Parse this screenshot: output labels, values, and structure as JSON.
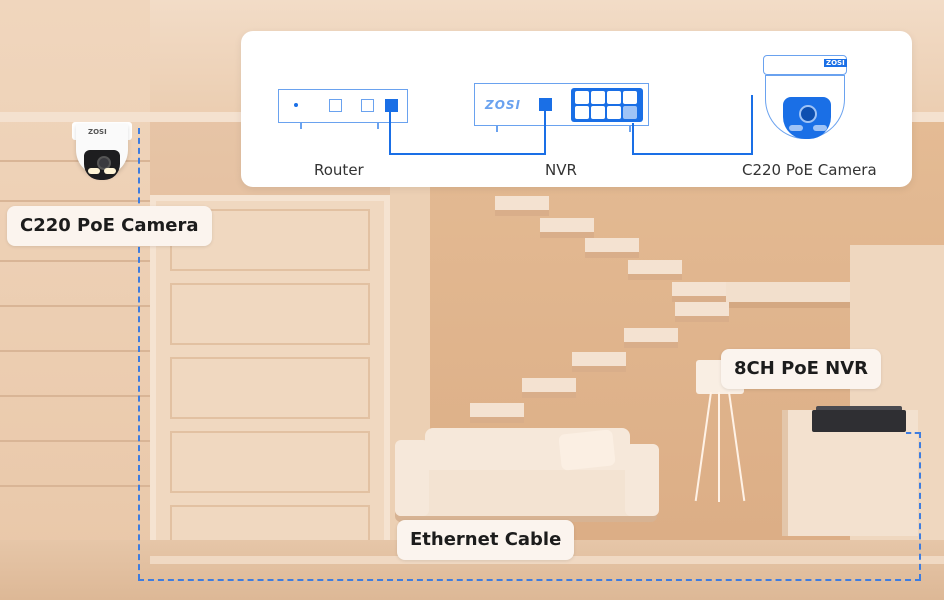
{
  "diagram": {
    "router_label": "Router",
    "nvr_label": "NVR",
    "camera_label": "C220 PoE Camera",
    "nvr_logo": "ZOSI",
    "camera_logo": "ZOSI"
  },
  "labels": {
    "camera": "C220 PoE Camera",
    "nvr": "8CH PoE NVR",
    "cable": "Ethernet Cable"
  },
  "colors": {
    "cable": "#3e7de0",
    "diagram_line": "#1a6fe6",
    "room": "#e3bd9c"
  }
}
